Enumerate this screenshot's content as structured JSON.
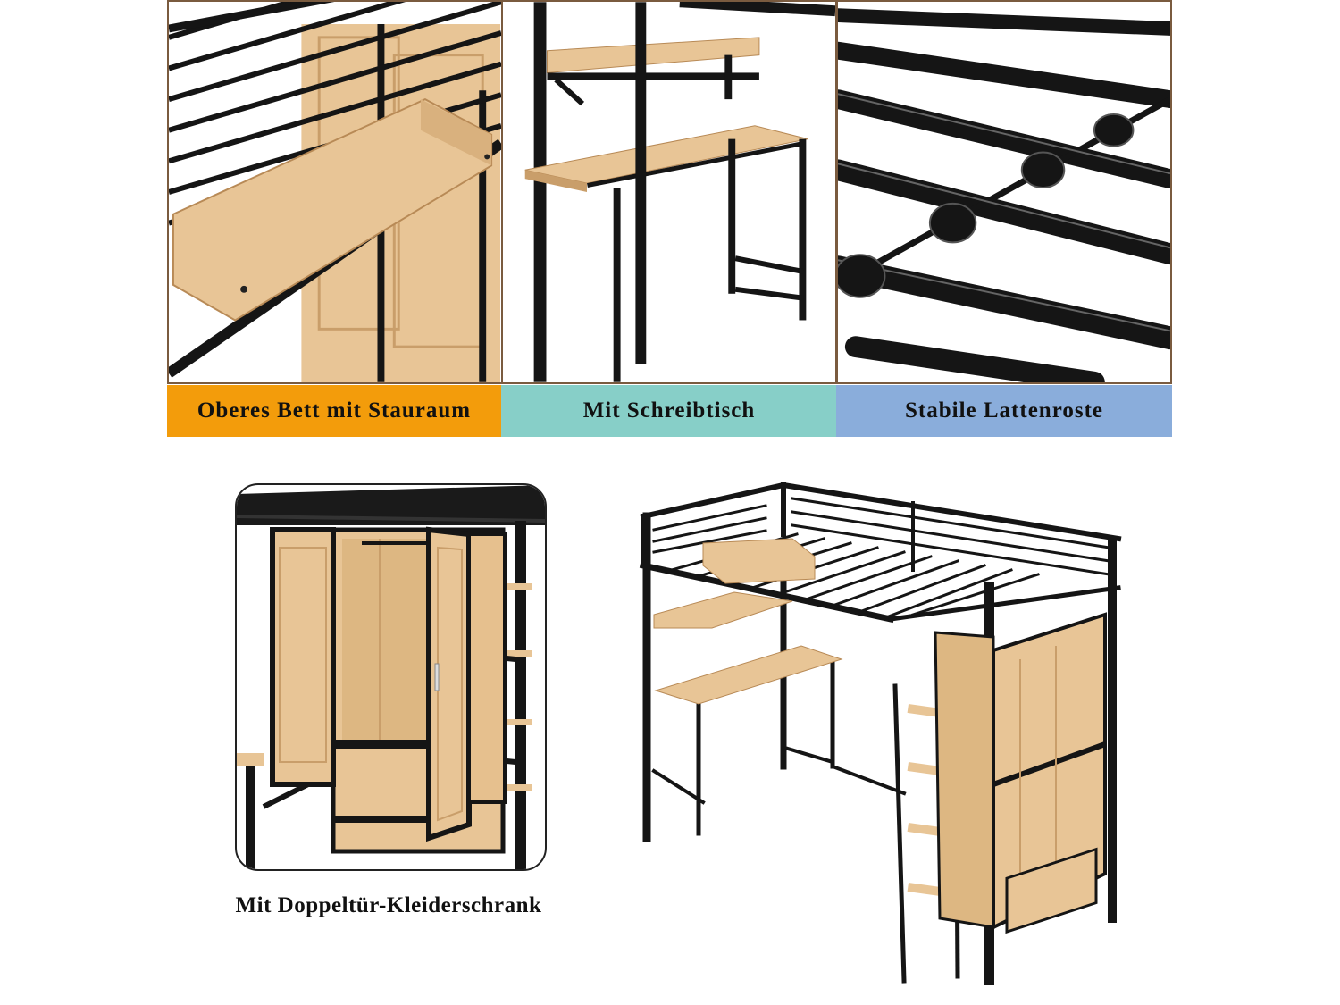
{
  "colors": {
    "frame_border": "#7a5b3f",
    "metal": "#151515",
    "wood": "#e8c596",
    "wood_dark": "#c99e6a",
    "caption_1_bg": "#f39c0b",
    "caption_2_bg": "#87cfc8",
    "caption_3_bg": "#8aaddb"
  },
  "top_panels": [
    {
      "name": "upper-bed-storage",
      "caption": "Oberes Bett mit Stauraum",
      "bg": "#f39c0b"
    },
    {
      "name": "desk",
      "caption": "Mit Schreibtisch",
      "bg": "#87cfc8"
    },
    {
      "name": "slats",
      "caption": "Stabile Lattenroste",
      "bg": "#8aaddb"
    }
  ],
  "inset": {
    "caption": "Mit Doppeltür-Kleiderschrank"
  }
}
